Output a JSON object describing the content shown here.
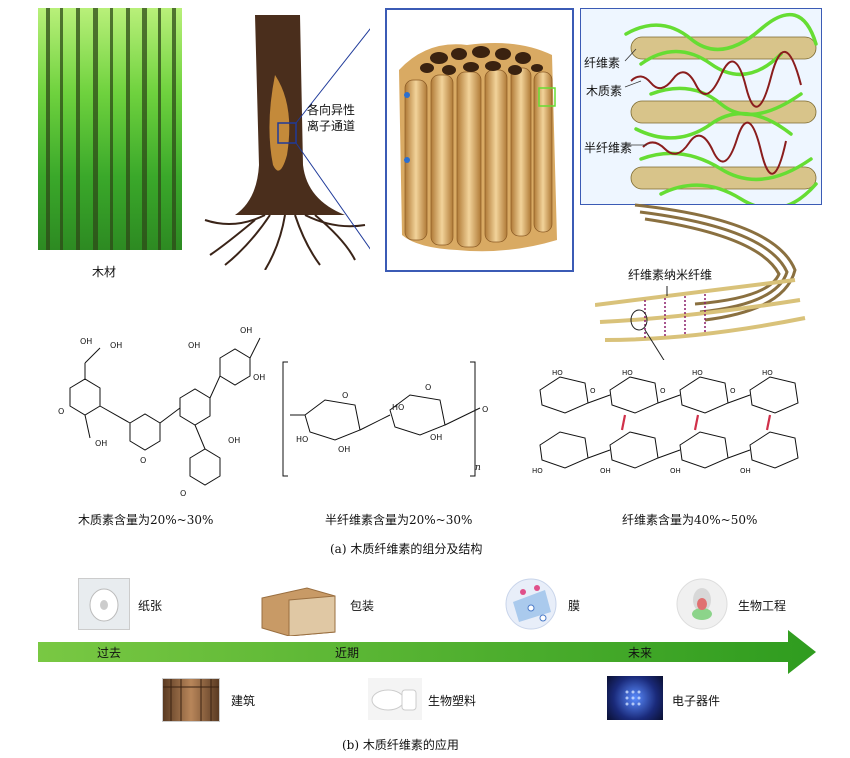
{
  "figure": {
    "wood_label": "木材",
    "channel_label_line1": "各向异性",
    "channel_label_line2": "离子通道",
    "fibril_labels": {
      "cellulose": "纤维素",
      "lignin": "木质素",
      "hemicellulose": "半纤维素"
    },
    "nanofiber_label": "纤维素纳米纤维",
    "composition": {
      "lignin": "木质素含量为20%~30%",
      "hemicellulose": "半纤维素含量为20%~30%",
      "cellulose": "纤维素含量为40%~50%"
    },
    "chem_n": "n",
    "caption_a": "(a) 木质纤维素的组分及结构",
    "caption_b": "(b) 木质纤维素的应用"
  },
  "timeline": {
    "past": "过去",
    "recent": "近期",
    "future": "未来",
    "apps_top": [
      "纸张",
      "包装",
      "膜",
      "生物工程"
    ],
    "apps_bottom": [
      "建筑",
      "生物塑料",
      "电子器件"
    ]
  },
  "colors": {
    "arrow_start": "#79c843",
    "arrow_end": "#2f9c1f",
    "fibril_green": "#66dd33",
    "lignin_red": "#8a1d1d",
    "frame_blue": "#3b5bb5"
  }
}
